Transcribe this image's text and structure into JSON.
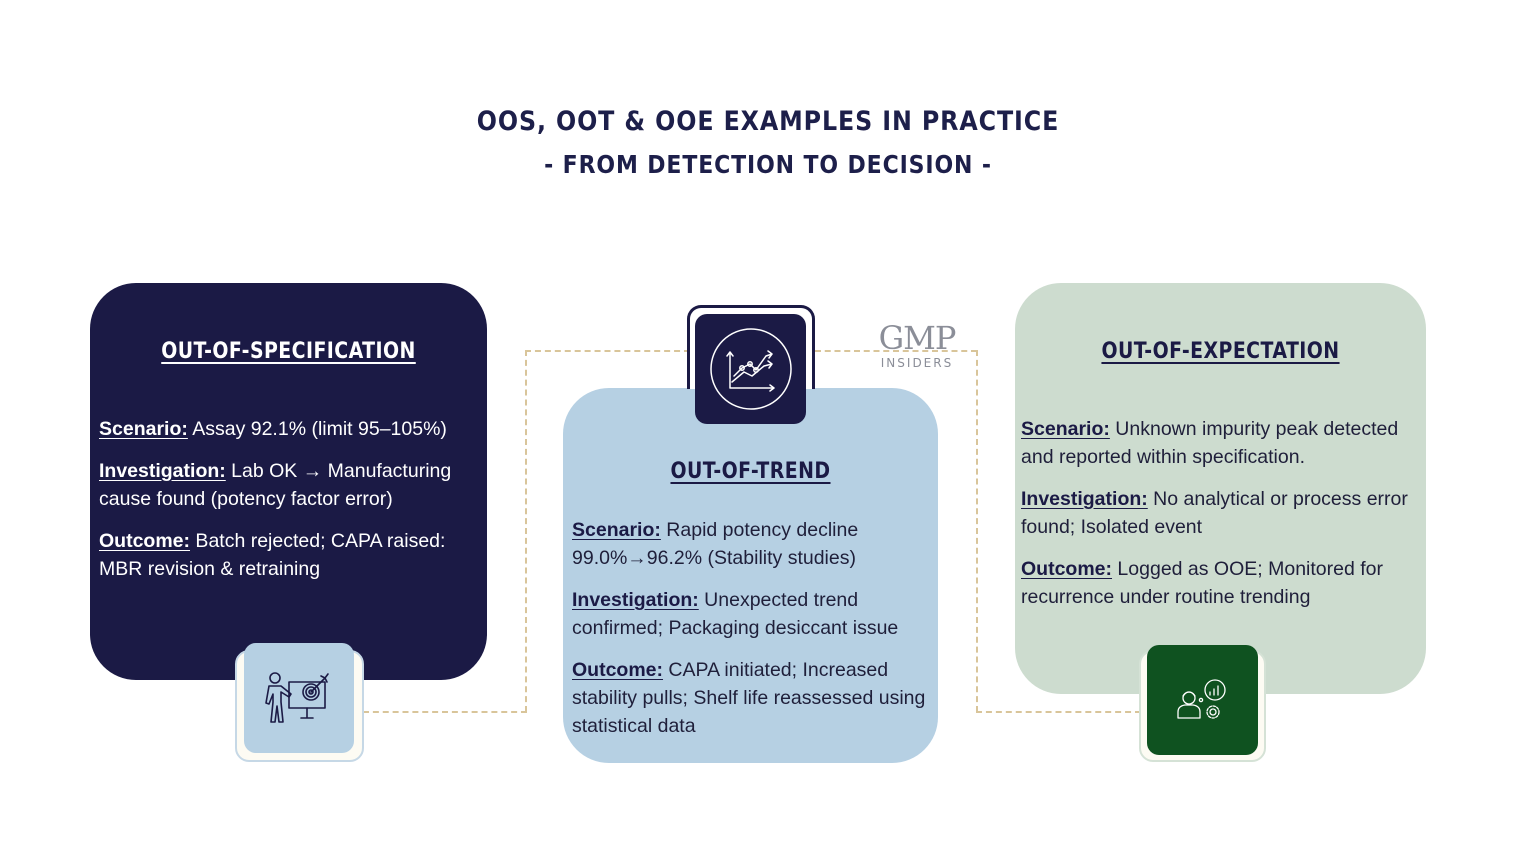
{
  "header": {
    "title": "OOS, OOT & OOE Examples in Practice",
    "subtitle": "- From Detection to Decision -"
  },
  "logo": {
    "mark": "GMP",
    "text": "INSIDERS"
  },
  "colors": {
    "oos_card": "#1b1a45",
    "oot_card": "#b6d0e3",
    "ooe_card": "#cddccf",
    "oos_icon_tile": "#b6d0e3",
    "oot_icon_tile": "#1b1a45",
    "ooe_icon_tile": "#0f5220",
    "connector": "#d9c59a"
  },
  "cards": [
    {
      "id": "oos",
      "heading": "OUT-OF-SPECIFICATION",
      "icon": "presenter-target-icon",
      "items": [
        {
          "label": "Scenario:",
          "text": " Assay 92.1% (limit 95–105%)"
        },
        {
          "label": "Investigation:",
          "text": " Lab OK → Manufacturing cause found (potency factor error)"
        },
        {
          "label": "Outcome:",
          "text": " Batch rejected; CAPA raised: MBR revision & retraining"
        }
      ]
    },
    {
      "id": "oot",
      "heading": "OUT-OF-TREND",
      "icon": "trend-chart-icon",
      "items": [
        {
          "label": "Scenario:",
          "text": " Rapid potency decline 99.0%→96.2% (Stability studies)"
        },
        {
          "label": "Investigation:",
          "text": " Unexpected trend confirmed; Packaging desiccant issue"
        },
        {
          "label": "Outcome:",
          "text": " CAPA initiated; Increased stability pulls; Shelf life reassessed using statistical data"
        }
      ]
    },
    {
      "id": "ooe",
      "heading": "OUT-OF-EXPECTATION",
      "icon": "analyst-thinking-icon",
      "items": [
        {
          "label": "Scenario:",
          "text": " Unknown impurity peak detected and reported within specification."
        },
        {
          "label": "Investigation:",
          "text": " No analytical or process error found; Isolated event"
        },
        {
          "label": "Outcome:",
          "text": " Logged as OOE; Monitored for recurrence under routine trending"
        }
      ]
    }
  ]
}
